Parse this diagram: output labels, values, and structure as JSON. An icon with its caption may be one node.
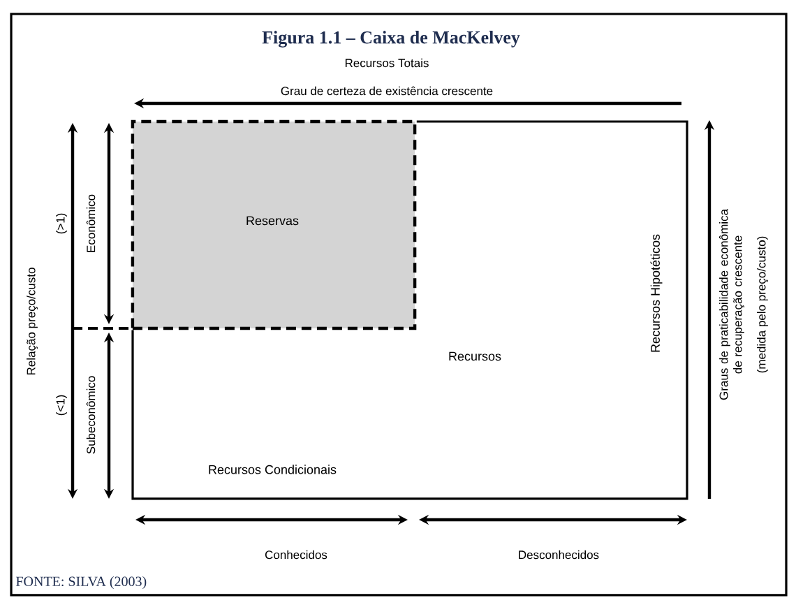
{
  "diagram": {
    "title": "Figura 1.1 – Caixa de MacKelvey",
    "caption": "FONTE: SILVA (2003)",
    "nodes": [
      {
        "text": [
          "Recursos",
          "Recursos Condicionais",
          "Recursos Hipotéticos"
        ]
      },
      {
        "text": [
          "Reservas"
        ],
        "in": 0
      }
    ],
    "edges": [],
    "labels": [
      "Recursos Totais",
      "Grau de certeza de existência crescente",
      "Relação preço/custo",
      "(>1)",
      "(<1)",
      "Econômico",
      "Subeconômico",
      "Graus de praticabilidade econômica de recuperação crescente",
      "(medida pelo preço/custo)",
      "Conhecidos",
      "Desconhecidos"
    ]
  }
}
